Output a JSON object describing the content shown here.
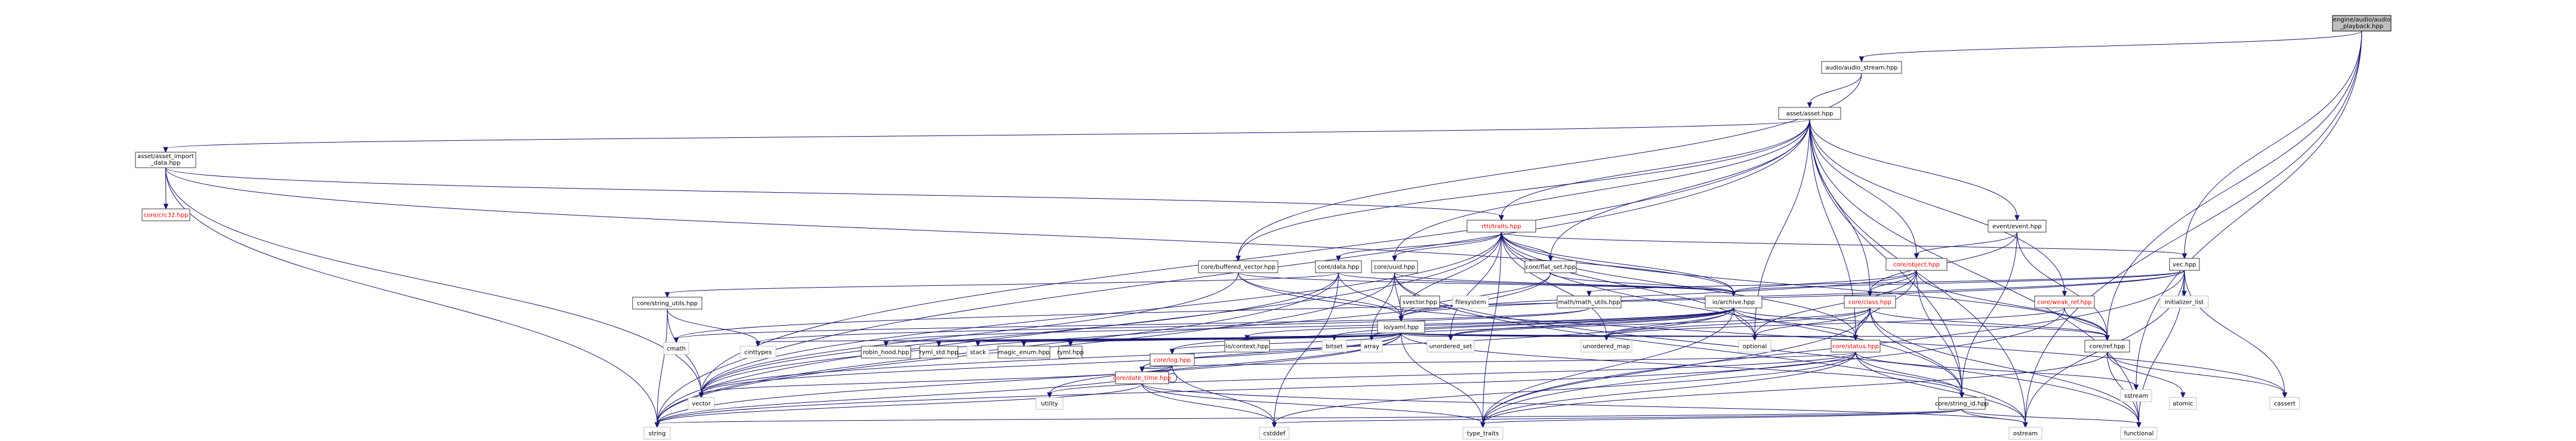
{
  "diagram": {
    "type": "include-dependency-graph",
    "root": "engine/audio/audio_playback.hpp",
    "nodes": [
      {
        "id": "root",
        "lines": [
          "engine/audio/audio",
          "_playback.hpp"
        ],
        "root": true
      },
      {
        "id": "audio_stream",
        "lines": [
          "audio/audio_stream.hpp"
        ]
      },
      {
        "id": "asset",
        "lines": [
          "asset/asset.hpp"
        ]
      },
      {
        "id": "asset_import",
        "lines": [
          "asset/asset_import",
          "_data.hpp"
        ]
      },
      {
        "id": "crc32",
        "lines": [
          "core/crc32.hpp"
        ],
        "red": true
      },
      {
        "id": "traits",
        "lines": [
          "rtti/traits.hpp"
        ],
        "red": true
      },
      {
        "id": "event",
        "lines": [
          "event/event.hpp"
        ]
      },
      {
        "id": "object",
        "lines": [
          "core/object.hpp"
        ],
        "red": true
      },
      {
        "id": "vec",
        "lines": [
          "vec.hpp"
        ]
      },
      {
        "id": "buffered_vector",
        "lines": [
          "core/buffered_vector.hpp"
        ]
      },
      {
        "id": "core_data",
        "lines": [
          "core/data.hpp"
        ]
      },
      {
        "id": "uuid",
        "lines": [
          "core/uuid.hpp"
        ]
      },
      {
        "id": "flat_set",
        "lines": [
          "core/flat_set.hpp"
        ]
      },
      {
        "id": "svector",
        "lines": [
          "svector.hpp"
        ]
      },
      {
        "id": "filesystem",
        "lines": [
          "filesystem"
        ]
      },
      {
        "id": "string_utils",
        "lines": [
          "core/string_utils.hpp"
        ]
      },
      {
        "id": "math_utils",
        "lines": [
          "math/math_utils.hpp"
        ]
      },
      {
        "id": "io_archive",
        "lines": [
          "io/archive.hpp"
        ]
      },
      {
        "id": "io_yaml",
        "lines": [
          "io/yaml.hpp"
        ]
      },
      {
        "id": "core_class",
        "lines": [
          "core/class.hpp"
        ],
        "red": true
      },
      {
        "id": "weak_ref",
        "lines": [
          "core/weak_ref.hpp"
        ],
        "red": true
      },
      {
        "id": "core_ref",
        "lines": [
          "core/ref.hpp"
        ]
      },
      {
        "id": "initializer_list",
        "lines": [
          "initializer_list"
        ]
      },
      {
        "id": "cmath",
        "lines": [
          "cmath"
        ]
      },
      {
        "id": "cinttypes",
        "lines": [
          "cinttypes"
        ]
      },
      {
        "id": "robin_hood",
        "lines": [
          "robin_hood.hpp"
        ]
      },
      {
        "id": "ryml_std",
        "lines": [
          "ryml_std.hpp"
        ]
      },
      {
        "id": "stack",
        "lines": [
          "stack"
        ]
      },
      {
        "id": "magic_enum",
        "lines": [
          "magic_enum.hpp"
        ]
      },
      {
        "id": "ryml",
        "lines": [
          "ryml.hpp"
        ]
      },
      {
        "id": "io_context",
        "lines": [
          "io/context.hpp"
        ]
      },
      {
        "id": "bitset",
        "lines": [
          "bitset"
        ]
      },
      {
        "id": "array",
        "lines": [
          "array"
        ]
      },
      {
        "id": "unordered_set",
        "lines": [
          "unordered_set"
        ]
      },
      {
        "id": "unordered_map",
        "lines": [
          "unordered_map"
        ]
      },
      {
        "id": "optional",
        "lines": [
          "optional"
        ]
      },
      {
        "id": "core_log",
        "lines": [
          "core/log.hpp"
        ],
        "red": true
      },
      {
        "id": "core_status",
        "lines": [
          "core/status.hpp"
        ],
        "red": true
      },
      {
        "id": "vector",
        "lines": [
          "vector"
        ]
      },
      {
        "id": "utility",
        "lines": [
          "utility"
        ]
      },
      {
        "id": "date_time",
        "lines": [
          "core/date_time.hpp"
        ],
        "red": true
      },
      {
        "id": "string_id",
        "lines": [
          "core/string_id.hpp"
        ]
      },
      {
        "id": "sstream",
        "lines": [
          "sstream"
        ]
      },
      {
        "id": "atomic",
        "lines": [
          "atomic"
        ]
      },
      {
        "id": "cassert",
        "lines": [
          "cassert"
        ]
      },
      {
        "id": "string",
        "lines": [
          "string"
        ]
      },
      {
        "id": "cstddef",
        "lines": [
          "cstddef"
        ]
      },
      {
        "id": "type_traits",
        "lines": [
          "type_traits"
        ]
      },
      {
        "id": "ostream",
        "lines": [
          "ostream"
        ]
      },
      {
        "id": "functional",
        "lines": [
          "functional"
        ]
      }
    ],
    "edges": [
      [
        "root",
        "audio_stream"
      ],
      [
        "root",
        "vec"
      ],
      [
        "root",
        "core_ref"
      ],
      [
        "root",
        "sstream"
      ],
      [
        "root",
        "ostream"
      ],
      [
        "audio_stream",
        "asset"
      ],
      [
        "audio_stream",
        "buffered_vector"
      ],
      [
        "asset",
        "asset_import"
      ],
      [
        "asset",
        "traits"
      ],
      [
        "asset",
        "event"
      ],
      [
        "asset",
        "object"
      ],
      [
        "asset",
        "core_class"
      ],
      [
        "asset",
        "weak_ref"
      ],
      [
        "asset",
        "uuid"
      ],
      [
        "asset",
        "flat_set"
      ],
      [
        "asset",
        "buffered_vector"
      ],
      [
        "asset",
        "string_id"
      ],
      [
        "asset",
        "vector"
      ],
      [
        "asset",
        "string"
      ],
      [
        "asset",
        "optional"
      ],
      [
        "asset",
        "functional"
      ],
      [
        "asset",
        "ostream"
      ],
      [
        "asset",
        "core_status"
      ],
      [
        "asset_import",
        "crc32"
      ],
      [
        "asset_import",
        "traits"
      ],
      [
        "asset_import",
        "vector"
      ],
      [
        "asset_import",
        "string"
      ],
      [
        "asset_import",
        "io_archive"
      ],
      [
        "traits",
        "core_data"
      ],
      [
        "traits",
        "uuid"
      ],
      [
        "traits",
        "flat_set"
      ],
      [
        "traits",
        "io_yaml"
      ],
      [
        "traits",
        "io_archive"
      ],
      [
        "traits",
        "core_status"
      ],
      [
        "traits",
        "unordered_map"
      ],
      [
        "traits",
        "unordered_set"
      ],
      [
        "traits",
        "string"
      ],
      [
        "traits",
        "vector"
      ],
      [
        "traits",
        "optional"
      ],
      [
        "traits",
        "type_traits"
      ],
      [
        "traits",
        "core_ref"
      ],
      [
        "traits",
        "string_id"
      ],
      [
        "traits",
        "vec"
      ],
      [
        "event",
        "object"
      ],
      [
        "event",
        "core_ref"
      ],
      [
        "event",
        "string_id"
      ],
      [
        "event",
        "core_class"
      ],
      [
        "object",
        "core_class"
      ],
      [
        "object",
        "core_ref"
      ],
      [
        "object",
        "core_status"
      ],
      [
        "object",
        "string_id"
      ],
      [
        "object",
        "io_yaml"
      ],
      [
        "object",
        "io_archive"
      ],
      [
        "object",
        "optional"
      ],
      [
        "vec",
        "math_utils"
      ],
      [
        "vec",
        "io_yaml"
      ],
      [
        "vec",
        "io_archive"
      ],
      [
        "vec",
        "initializer_list"
      ],
      [
        "vec",
        "cmath"
      ],
      [
        "vec",
        "cassert"
      ],
      [
        "vec",
        "ostream"
      ],
      [
        "vec",
        "functional"
      ],
      [
        "vec",
        "type_traits"
      ],
      [
        "buffered_vector",
        "io_archive"
      ],
      [
        "buffered_vector",
        "io_yaml"
      ],
      [
        "buffered_vector",
        "vector"
      ],
      [
        "buffered_vector",
        "cassert"
      ],
      [
        "core_data",
        "io_archive"
      ],
      [
        "core_data",
        "io_yaml"
      ],
      [
        "core_data",
        "string_utils"
      ],
      [
        "core_data",
        "vector"
      ],
      [
        "core_data",
        "string"
      ],
      [
        "core_data",
        "cstddef"
      ],
      [
        "uuid",
        "io_archive"
      ],
      [
        "uuid",
        "io_yaml"
      ],
      [
        "uuid",
        "string"
      ],
      [
        "uuid",
        "ostream"
      ],
      [
        "uuid",
        "array"
      ],
      [
        "uuid",
        "functional"
      ],
      [
        "flat_set",
        "io_archive"
      ],
      [
        "flat_set",
        "io_yaml"
      ],
      [
        "flat_set",
        "vector"
      ],
      [
        "string_utils",
        "vector"
      ],
      [
        "string_utils",
        "string"
      ],
      [
        "string_utils",
        "cinttypes"
      ],
      [
        "math_utils",
        "cmath"
      ],
      [
        "math_utils",
        "cinttypes"
      ],
      [
        "io_archive",
        "io_context"
      ],
      [
        "io_archive",
        "core_ref"
      ],
      [
        "io_archive",
        "core_status"
      ],
      [
        "io_archive",
        "core_log"
      ],
      [
        "io_archive",
        "robin_hood"
      ],
      [
        "io_archive",
        "vector"
      ],
      [
        "io_archive",
        "array"
      ],
      [
        "io_archive",
        "bitset"
      ],
      [
        "io_archive",
        "unordered_map"
      ],
      [
        "io_archive",
        "unordered_set"
      ],
      [
        "io_archive",
        "optional"
      ],
      [
        "io_archive",
        "type_traits"
      ],
      [
        "io_yaml",
        "io_context"
      ],
      [
        "io_yaml",
        "core_ref"
      ],
      [
        "io_yaml",
        "core_status"
      ],
      [
        "io_yaml",
        "core_log"
      ],
      [
        "io_yaml",
        "ryml_std"
      ],
      [
        "io_yaml",
        "ryml"
      ],
      [
        "io_yaml",
        "magic_enum"
      ],
      [
        "io_yaml",
        "stack"
      ],
      [
        "io_yaml",
        "robin_hood"
      ],
      [
        "io_yaml",
        "cinttypes"
      ],
      [
        "io_yaml",
        "bitset"
      ],
      [
        "io_yaml",
        "array"
      ],
      [
        "io_yaml",
        "unordered_set"
      ],
      [
        "io_yaml",
        "unordered_map"
      ],
      [
        "io_yaml",
        "optional"
      ],
      [
        "io_yaml",
        "vector"
      ],
      [
        "io_yaml",
        "utility"
      ],
      [
        "io_yaml",
        "string"
      ],
      [
        "io_yaml",
        "type_traits"
      ],
      [
        "io_yaml",
        "date_time"
      ],
      [
        "io_yaml",
        "string_id"
      ],
      [
        "core_class",
        "core_status"
      ],
      [
        "core_class",
        "core_ref"
      ],
      [
        "core_class",
        "string_id"
      ],
      [
        "core_class",
        "unordered_map"
      ],
      [
        "core_class",
        "unordered_set"
      ],
      [
        "core_class",
        "optional"
      ],
      [
        "core_class",
        "functional"
      ],
      [
        "core_class",
        "type_traits"
      ],
      [
        "weak_ref",
        "core_ref"
      ],
      [
        "weak_ref",
        "unordered_map"
      ],
      [
        "weak_ref",
        "type_traits"
      ],
      [
        "core_ref",
        "atomic"
      ],
      [
        "core_ref",
        "cassert"
      ],
      [
        "core_ref",
        "type_traits"
      ],
      [
        "core_ref",
        "functional"
      ],
      [
        "core_log",
        "vector"
      ],
      [
        "core_log",
        "string"
      ],
      [
        "core_log",
        "cstddef"
      ],
      [
        "core_log",
        "date_time"
      ],
      [
        "core_status",
        "string_id"
      ],
      [
        "core_status",
        "string"
      ],
      [
        "core_status",
        "date_time"
      ],
      [
        "core_status",
        "sstream"
      ],
      [
        "core_status",
        "ostream"
      ],
      [
        "core_status",
        "cstddef"
      ],
      [
        "core_status",
        "type_traits"
      ],
      [
        "core_status",
        "utility"
      ],
      [
        "date_time",
        "date_time"
      ],
      [
        "date_time",
        "string"
      ],
      [
        "date_time",
        "cstddef"
      ],
      [
        "date_time",
        "type_traits"
      ],
      [
        "date_time",
        "ostream"
      ],
      [
        "string_id",
        "string"
      ],
      [
        "string_id",
        "cstddef"
      ],
      [
        "string_id",
        "type_traits"
      ],
      [
        "string_id",
        "ostream"
      ],
      [
        "string_id",
        "functional"
      ]
    ]
  }
}
